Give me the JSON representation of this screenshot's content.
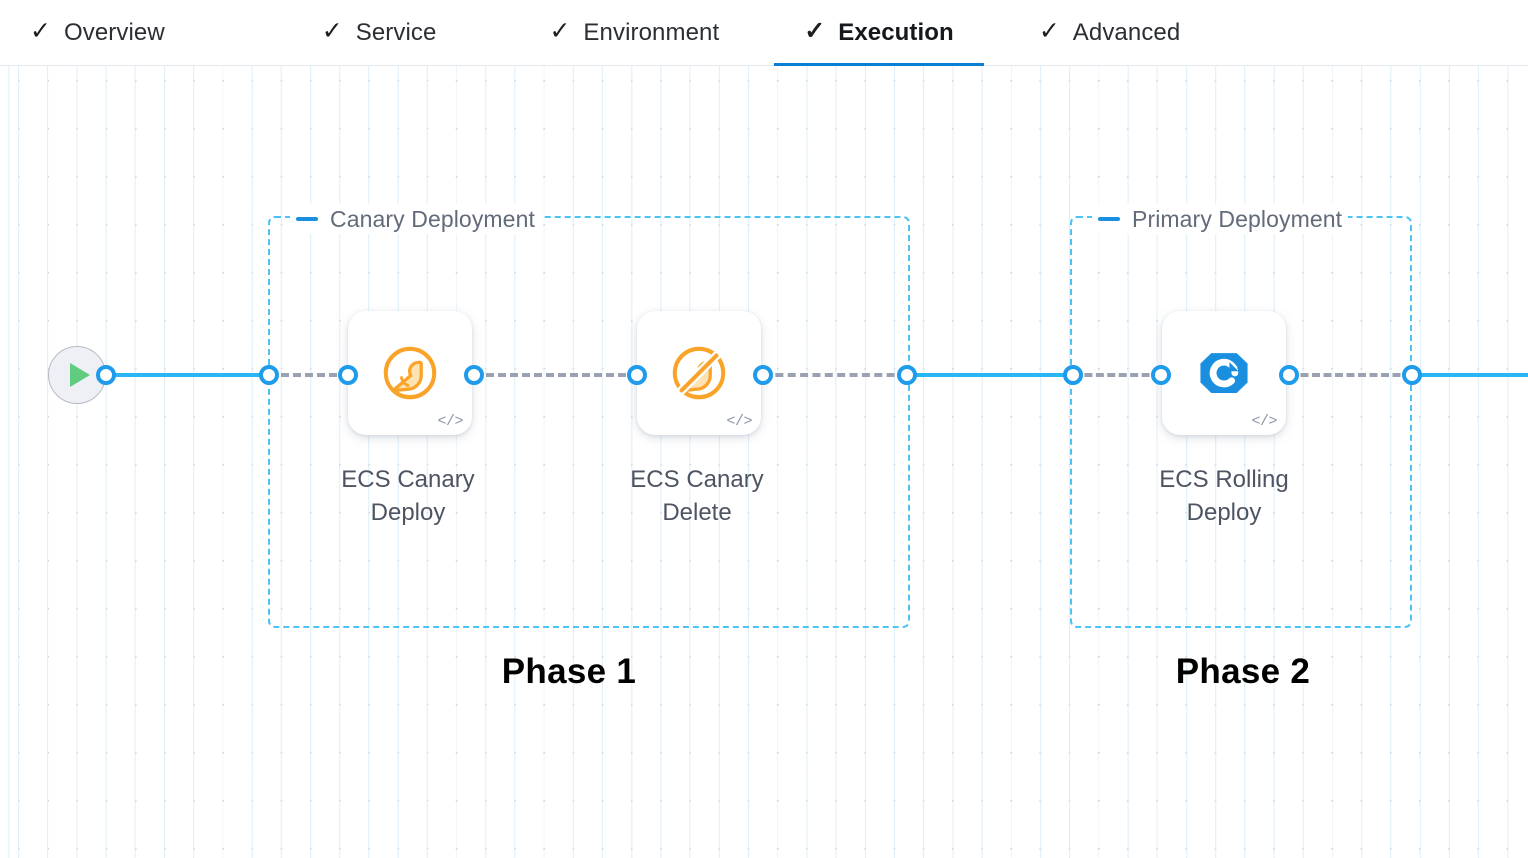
{
  "tabs": [
    {
      "label": "Overview",
      "icon": "check-icon",
      "active": false
    },
    {
      "label": "Service",
      "icon": "check-icon",
      "active": false
    },
    {
      "label": "Environment",
      "icon": "check-icon",
      "active": false
    },
    {
      "label": "Execution",
      "icon": "check-icon",
      "active": true
    },
    {
      "label": "Advanced",
      "icon": "check-icon",
      "active": false
    }
  ],
  "tab_check_glyph": "✓",
  "canvas": {
    "start_node": {
      "name": "pipeline-start",
      "icon": "play-icon"
    },
    "groups": [
      {
        "id": "canary",
        "title": "Canary Deployment",
        "collapse_icon": "minus-icon",
        "phase_caption": "Phase 1"
      },
      {
        "id": "primary",
        "title": "Primary Deployment",
        "collapse_icon": "minus-icon",
        "phase_caption": "Phase 2"
      }
    ],
    "nodes": [
      {
        "id": "ecs-canary-deploy",
        "label": "ECS Canary\nDeploy",
        "icon": "canary-bird-icon",
        "badge": "</>"
      },
      {
        "id": "ecs-canary-delete",
        "label": "ECS Canary\nDelete",
        "icon": "canary-bird-delete-icon",
        "badge": "</>"
      },
      {
        "id": "ecs-rolling-deploy",
        "label": "ECS Rolling\nDeploy",
        "icon": "rolling-deploy-icon",
        "badge": "</>"
      }
    ]
  },
  "colors": {
    "accent_blue": "#0b7fd4",
    "link_blue": "#29b6f6",
    "group_border": "#4bc3f5",
    "canary_orange": "#f9a429",
    "rolling_blue": "#1a8fe0",
    "play_green": "#5fcc7f",
    "dashed_gray": "#9aa2b1"
  }
}
